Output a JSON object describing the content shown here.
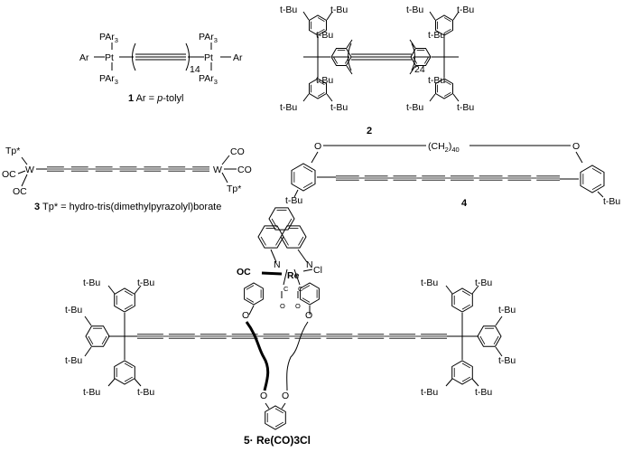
{
  "structure_1": {
    "pt_left": "Pt",
    "pt_right": "Pt",
    "ligand": "PAr",
    "ligand_sub": "3",
    "ar_left": "Ar",
    "ar_right": "Ar",
    "repeat": "14",
    "caption_num": "1",
    "caption_rest": " Ar = ",
    "caption_italic": "p",
    "caption_tail": "-tolyl"
  },
  "structure_2": {
    "tbu": "t-Bu",
    "repeat": "24",
    "caption_num": "2"
  },
  "structure_3": {
    "tp_left": "Tp*",
    "tp_right": "Tp*",
    "oc": "OC",
    "co": "CO",
    "metal": "W",
    "caption_num": "3",
    "caption_rest": " Tp* = hydro-tris(dimethylpyrazolyl)borate"
  },
  "structure_4": {
    "o": "O",
    "chain": "(CH",
    "chain_sub": "2",
    "chain_close": ")",
    "chain_n": "40",
    "tbu": "t-Bu",
    "caption_num": "4"
  },
  "structure_5": {
    "metal": "Re",
    "n": "N",
    "cl": "Cl",
    "oc": "OC",
    "c": "C",
    "o": "O",
    "tbu": "t-Bu",
    "caption": "5· Re(CO)3Cl"
  }
}
